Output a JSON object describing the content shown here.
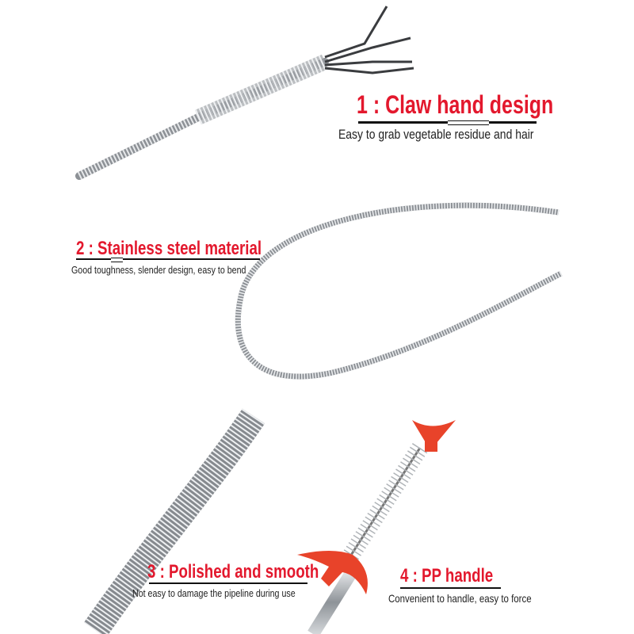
{
  "features": [
    {
      "title": "1 : Claw hand design",
      "description": "Easy to grab vegetable residue and hair"
    },
    {
      "title": "2 : Stainless steel material",
      "description": "Good toughness, slender design, easy to bend"
    },
    {
      "title": "3 : Polished and smooth",
      "description": "Not easy to damage the pipeline during use"
    },
    {
      "title": "4 : PP handle",
      "description": "Convenient to handle, easy to force"
    }
  ],
  "colors": {
    "accent": "#e3182d",
    "handle": "#e8432a",
    "steel": "#a9adb2"
  }
}
